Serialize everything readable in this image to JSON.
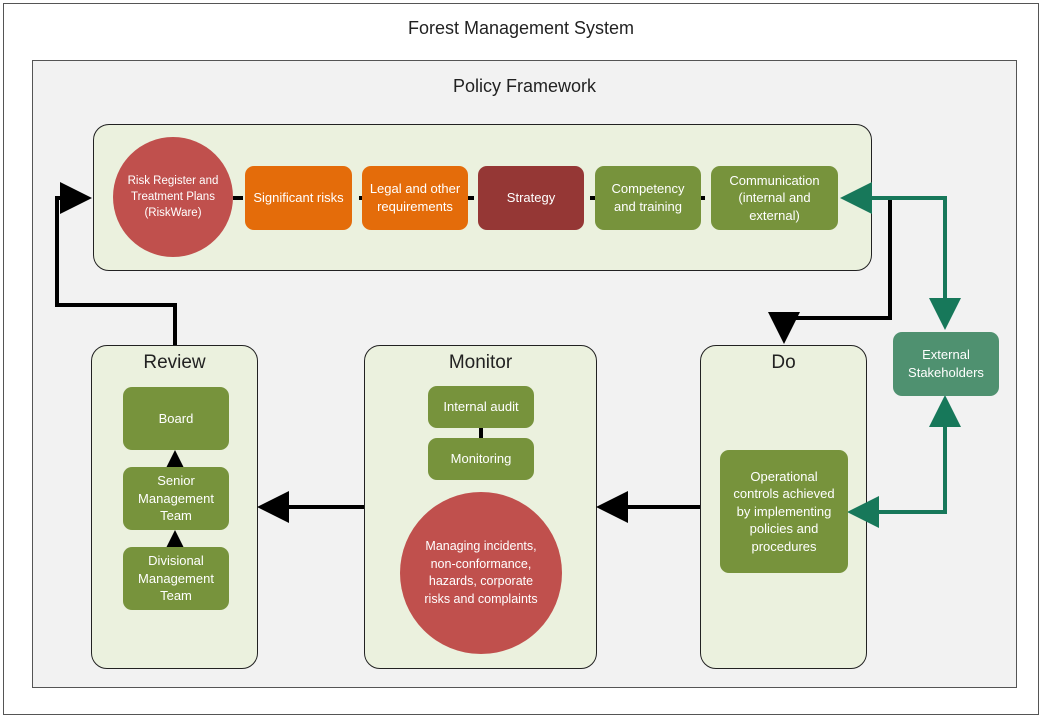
{
  "title": "Forest Management System",
  "policy_framework": {
    "title": "Policy Framework",
    "circle": "Risk Register and Treatment Plans (RiskWare)",
    "boxes": {
      "significant_risks": "Significant risks",
      "legal": "Legal and other requirements",
      "strategy": "Strategy",
      "competency": "Competency and training",
      "communication": "Communication (internal and external)"
    }
  },
  "review": {
    "title": "Review",
    "board": "Board",
    "senior": "Senior Management Team",
    "divisional": "Divisional Management Team"
  },
  "monitor": {
    "title": "Monitor",
    "internal_audit": "Internal audit",
    "monitoring": "Monitoring",
    "incidents": "Managing incidents, non-conformance, hazards, corporate risks and complaints"
  },
  "do": {
    "title": "Do",
    "operational": "Operational controls achieved by implementing policies and procedures"
  },
  "external": "External Stakeholders",
  "colors": {
    "green": "#77933c",
    "orange": "#e46c0a",
    "dark_red": "#953735",
    "red_circle": "#c0504d",
    "teal": "#4f9170",
    "teal_arrow": "#17785a",
    "panel_bg": "#ebf1de"
  }
}
